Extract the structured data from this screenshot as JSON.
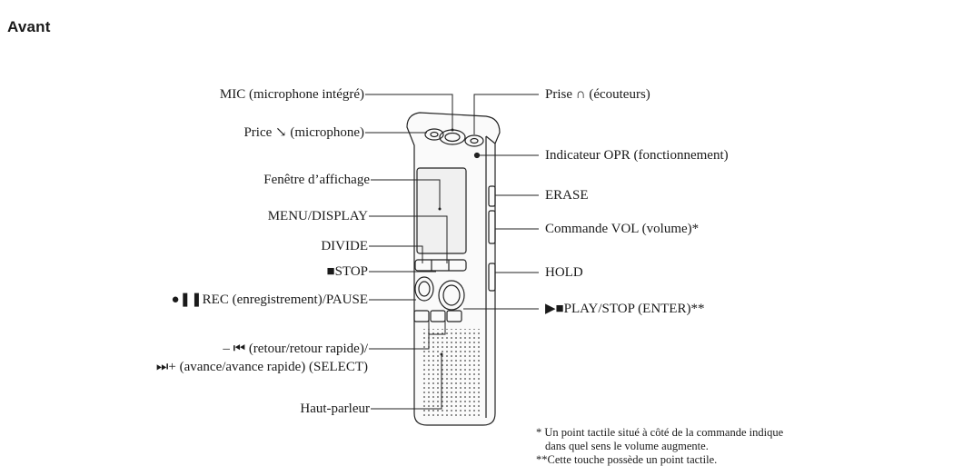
{
  "heading": "Avant",
  "labels_left": [
    "MIC (microphone intégré)",
    "Price ↘ (microphone)",
    "Fenêtre d’affichage",
    "MENU/DISPLAY",
    "DIVIDE",
    "■STOP",
    "●❚❚REC (enregistrement)/PAUSE",
    "– ⏮ (retour/retour rapide)/",
    "⏭+ (avance/avance rapide) (SELECT)",
    "Haut-parleur"
  ],
  "labels_right": [
    "Prise ∩ (écouteurs)",
    "Indicateur OPR (fonctionnement)",
    "ERASE",
    "Commande VOL (volume)*",
    "HOLD",
    "▶■PLAY/STOP (ENTER)**"
  ],
  "footnotes": [
    "*  Un point tactile situé à côté de la commande indique",
    "   dans quel sens le volume augmente.",
    "**Cette touche possède un point tactile."
  ]
}
